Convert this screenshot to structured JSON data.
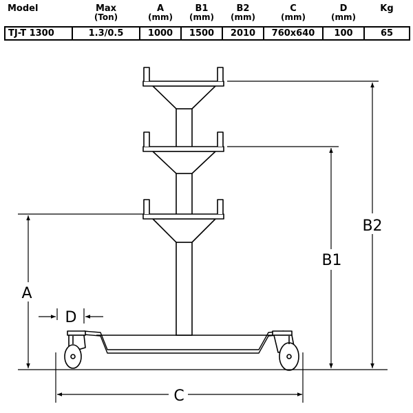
{
  "spec_table": {
    "headers": [
      {
        "label": "Model",
        "unit": ""
      },
      {
        "label": "Max",
        "unit": "(Ton)"
      },
      {
        "label": "A",
        "unit": "(mm)"
      },
      {
        "label": "B1",
        "unit": "(mm)"
      },
      {
        "label": "B2",
        "unit": "(mm)"
      },
      {
        "label": "C",
        "unit": "(mm)"
      },
      {
        "label": "D",
        "unit": "(mm)"
      },
      {
        "label": "Kg",
        "unit": ""
      }
    ],
    "rows": [
      [
        "TJ-T 1300",
        "1.3/0.5",
        "1000",
        "1500",
        "2010",
        "760x640",
        "100",
        "65"
      ]
    ]
  },
  "diagram": {
    "labels": {
      "a": "A",
      "b1": "B1",
      "b2": "B2",
      "c": "C",
      "d": "D"
    }
  }
}
